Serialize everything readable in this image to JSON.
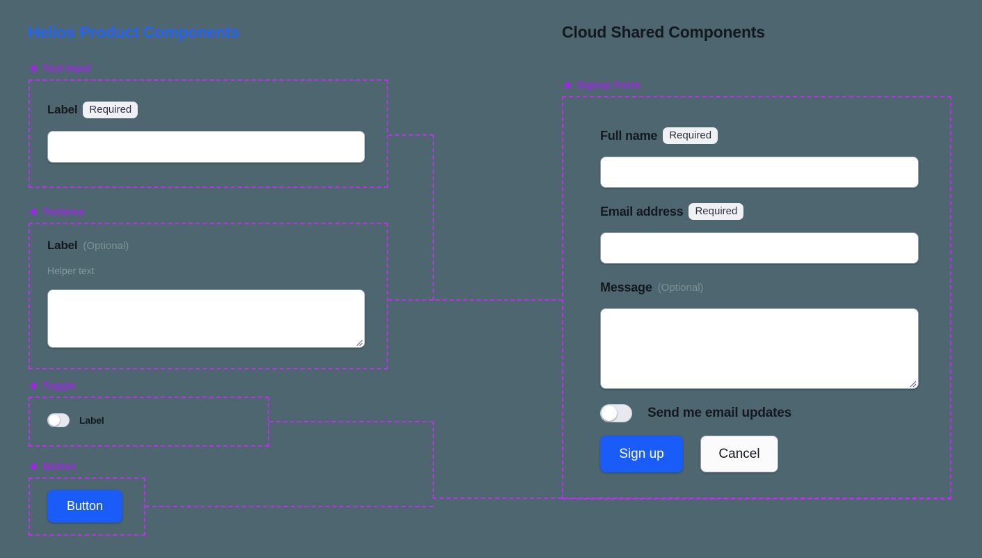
{
  "canvas": {
    "background_color": "#4d666f",
    "accent_blue": "#2563f0",
    "frame_purple": "#b832e8",
    "label_purple": "#9b29e0",
    "primary_button_blue": "#1a5cf7"
  },
  "panels": {
    "left": {
      "title": "Helios Product Components",
      "groups": [
        {
          "id": "text-input",
          "label": "Text Input",
          "icon": "diamond-icon"
        },
        {
          "id": "textarea",
          "label": "Textarea",
          "icon": "diamond-icon"
        },
        {
          "id": "toggle",
          "label": "Toggle",
          "icon": "diamond-icon"
        },
        {
          "id": "button",
          "label": "Button",
          "icon": "diamond-icon"
        }
      ]
    },
    "right": {
      "title": "Cloud Shared Components",
      "groups": [
        {
          "id": "signup-form",
          "label": "Signup Form",
          "icon": "diamond-icon"
        }
      ]
    }
  },
  "text_input_demo": {
    "label": "Label",
    "badge": "Required",
    "value": "",
    "placeholder": ""
  },
  "textarea_demo": {
    "label": "Label",
    "badge": "(Optional)",
    "helper": "Helper text",
    "value": "",
    "placeholder": ""
  },
  "toggle_demo": {
    "label": "Label",
    "state": "off"
  },
  "button_demo": {
    "label": "Button"
  },
  "signup_form": {
    "fields": [
      {
        "id": "full-name",
        "label": "Full name",
        "badge": "Required",
        "badge_kind": "required",
        "value": "",
        "placeholder": ""
      },
      {
        "id": "email-address",
        "label": "Email address",
        "badge": "Required",
        "badge_kind": "required",
        "value": "",
        "placeholder": ""
      },
      {
        "id": "message",
        "label": "Message",
        "badge": "(Optional)",
        "badge_kind": "optional",
        "value": "",
        "placeholder": ""
      }
    ],
    "toggle": {
      "label": "Send me email updates",
      "state": "off"
    },
    "actions": {
      "primary": "Sign up",
      "secondary": "Cancel"
    }
  }
}
